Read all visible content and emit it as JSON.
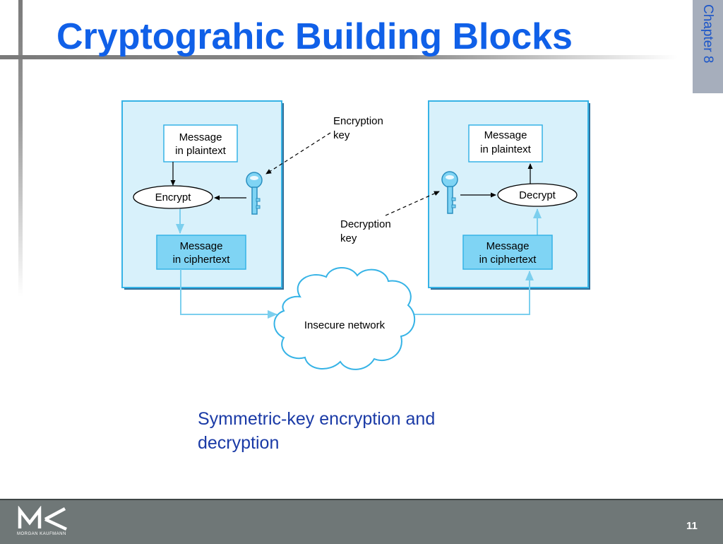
{
  "slide": {
    "title": "Cryptograhic Building Blocks",
    "chapter_tab": "Chapter 8",
    "caption": "Symmetric-key encryption and decryption",
    "page_number": "11",
    "logo_text": "MORGAN KAUFMANN"
  },
  "diagram": {
    "sender": {
      "plaintext_line1": "Message",
      "plaintext_line2": "in plaintext",
      "operation": "Encrypt",
      "ciphertext_line1": "Message",
      "ciphertext_line2": "in ciphertext"
    },
    "receiver": {
      "plaintext_line1": "Message",
      "plaintext_line2": "in plaintext",
      "operation": "Decrypt",
      "ciphertext_line1": "Message",
      "ciphertext_line2": "in ciphertext"
    },
    "encryption_key_line1": "Encryption",
    "encryption_key_line2": "key",
    "decryption_key_line1": "Decryption",
    "decryption_key_line2": "key",
    "network": "Insecure network"
  },
  "colors": {
    "title": "#1060e8",
    "panel_fill": "#d8f1fb",
    "panel_border": "#36b3e6",
    "cipher_fill": "#7fd4f4",
    "flow_arrow": "#7ccfee",
    "caption": "#1a3aa6",
    "footer": "#6f7777"
  }
}
